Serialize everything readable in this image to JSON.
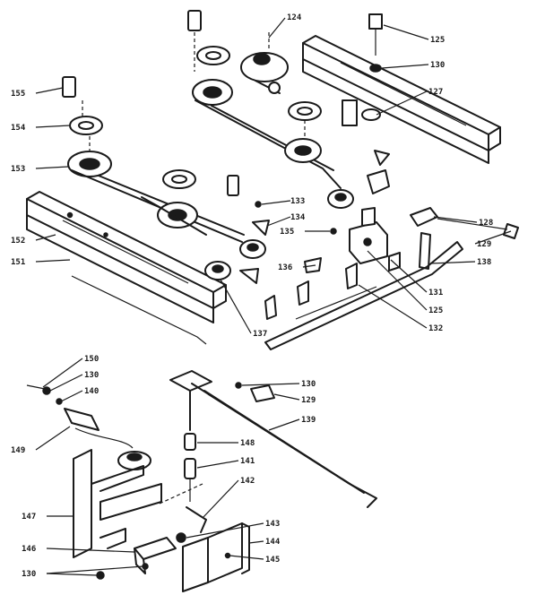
{
  "callouts": [
    {
      "id": "c124",
      "label": "124"
    },
    {
      "id": "c125a",
      "label": "125"
    },
    {
      "id": "c130a",
      "label": "130"
    },
    {
      "id": "c155",
      "label": "155"
    },
    {
      "id": "c127",
      "label": "127"
    },
    {
      "id": "c154",
      "label": "154"
    },
    {
      "id": "c153",
      "label": "153"
    },
    {
      "id": "c133",
      "label": "133"
    },
    {
      "id": "c134",
      "label": "134"
    },
    {
      "id": "c128",
      "label": "128"
    },
    {
      "id": "c135",
      "label": "135"
    },
    {
      "id": "c129a",
      "label": "129"
    },
    {
      "id": "c152",
      "label": "152"
    },
    {
      "id": "c151",
      "label": "151"
    },
    {
      "id": "c138",
      "label": "138"
    },
    {
      "id": "c136",
      "label": "136"
    },
    {
      "id": "c131",
      "label": "131"
    },
    {
      "id": "c125b",
      "label": "125"
    },
    {
      "id": "c132",
      "label": "132"
    },
    {
      "id": "c137",
      "label": "137"
    },
    {
      "id": "c150",
      "label": "150"
    },
    {
      "id": "c130b",
      "label": "130"
    },
    {
      "id": "c130c",
      "label": "130"
    },
    {
      "id": "c140",
      "label": "140"
    },
    {
      "id": "c129b",
      "label": "129"
    },
    {
      "id": "c139",
      "label": "139"
    },
    {
      "id": "c149",
      "label": "149"
    },
    {
      "id": "c148",
      "label": "148"
    },
    {
      "id": "c141",
      "label": "141"
    },
    {
      "id": "c142",
      "label": "142"
    },
    {
      "id": "c147",
      "label": "147"
    },
    {
      "id": "c143",
      "label": "143"
    },
    {
      "id": "c144",
      "label": "144"
    },
    {
      "id": "c146",
      "label": "146"
    },
    {
      "id": "c145",
      "label": "145"
    },
    {
      "id": "c130d",
      "label": "130"
    }
  ]
}
